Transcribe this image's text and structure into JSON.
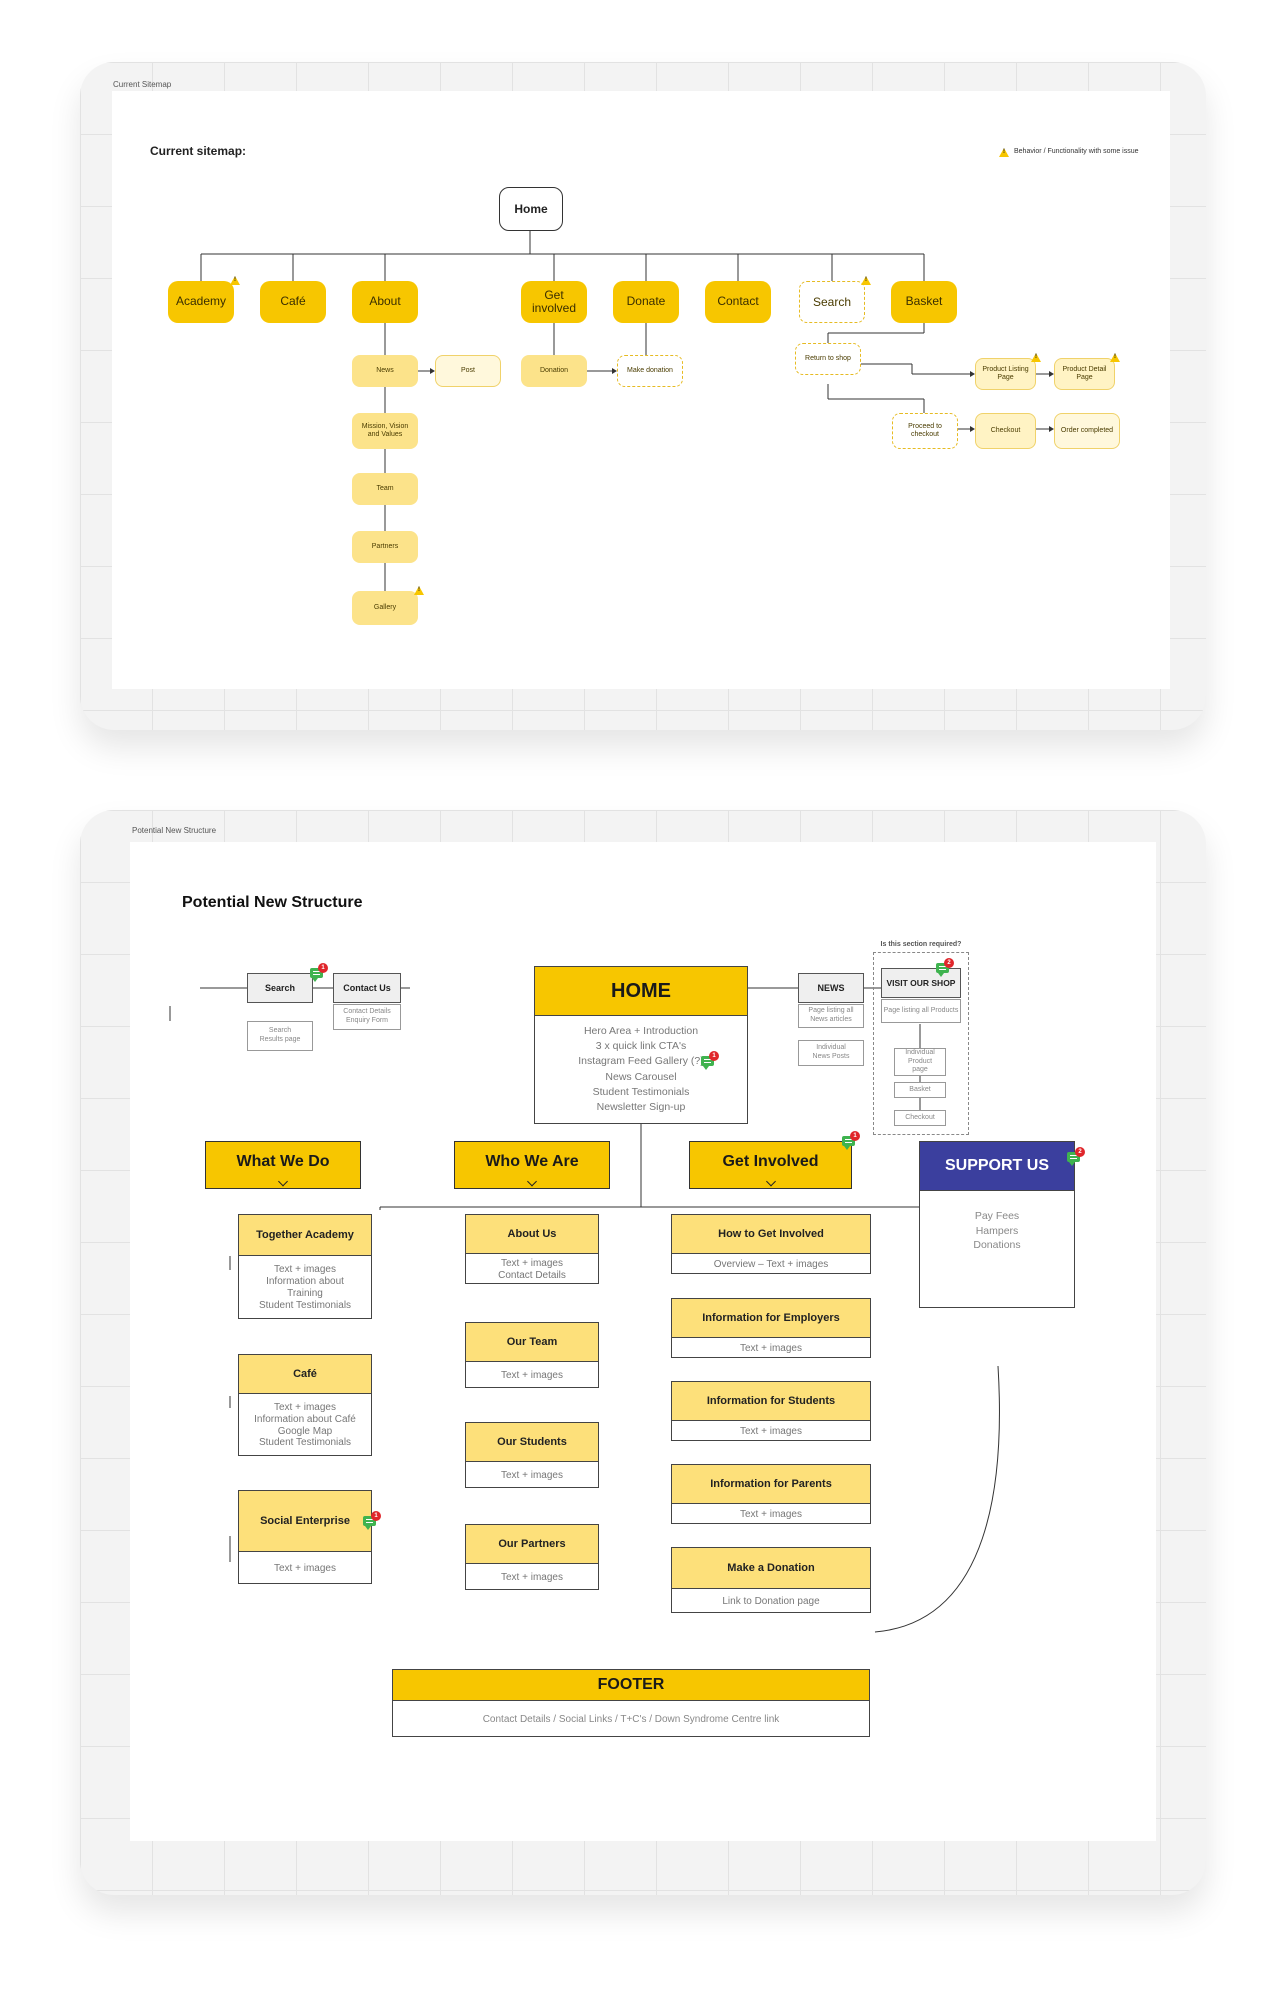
{
  "colors": {
    "yellow": "#f7c600",
    "light_yellow": "#fce38a",
    "card_header": "#fde07a",
    "navy": "#3b3f9e",
    "comment": "#3fb34f",
    "badge": "#e0262b"
  },
  "current": {
    "frame_label": "Current Sitemap",
    "heading": "Current sitemap:",
    "legend": "Behavior / Functionality with some issue",
    "home": "Home",
    "nav": {
      "academy": "Academy",
      "cafe": "Café",
      "about": "About",
      "get_involved": "Get involved",
      "donate": "Donate",
      "contact": "Contact",
      "search": "Search",
      "basket": "Basket"
    },
    "about_children": {
      "news": "News",
      "post": "Post",
      "mission": "Mission, Vision and Values",
      "team": "Team",
      "partners": "Partners",
      "gallery": "Gallery"
    },
    "get_involved_children": {
      "donation": "Donation",
      "make_donation": "Make donation"
    },
    "shop": {
      "return": "Return to shop",
      "listing": "Product Listing Page",
      "detail": "Product Detail Page",
      "proceed": "Proceed to checkout",
      "checkout": "Checkout",
      "completed": "Order completed"
    }
  },
  "potential": {
    "frame_label": "Potential New Structure",
    "heading": "Potential New Structure",
    "home": {
      "title": "HOME",
      "items": [
        "Hero Area + Introduction",
        "3 x quick link CTA's",
        "Instagram Feed Gallery (?)",
        "News Carousel",
        "Student Testimonials",
        "Newsletter Sign-up"
      ]
    },
    "search": {
      "title": "Search",
      "sub": "Search Results page",
      "badge": "1"
    },
    "contact": {
      "title": "Contact Us",
      "sub": "Contact Details Enquiry Form"
    },
    "news": {
      "title": "NEWS",
      "sub": "Page listing all News articles",
      "sub2": "Individual News Posts"
    },
    "shop": {
      "question": "Is this section required?",
      "title": "VISIT OUR SHOP",
      "sub": "Page listing all Products",
      "individual": "Individual Product page",
      "basket": "Basket",
      "checkout": "Checkout",
      "badge": "2"
    },
    "instagram_badge": "1",
    "what_we_do": {
      "title": "What We Do",
      "cards": [
        {
          "title": "Together Academy",
          "body": [
            "Text + images",
            "Information about",
            "Training",
            "Student Testimonials"
          ]
        },
        {
          "title": "Café",
          "body": [
            "Text + images",
            "Information about Café",
            "Google Map",
            "Student Testimonials"
          ]
        },
        {
          "title": "Social Enterprise",
          "body": [
            "Text + images"
          ],
          "badge": "1"
        }
      ]
    },
    "who_we_are": {
      "title": "Who We Are",
      "cards": [
        {
          "title": "About Us",
          "body": [
            "Text + images",
            "Contact Details"
          ]
        },
        {
          "title": "Our Team",
          "body": [
            "Text + images"
          ]
        },
        {
          "title": "Our Students",
          "body": [
            "Text + images"
          ]
        },
        {
          "title": "Our Partners",
          "body": [
            "Text + images"
          ]
        }
      ]
    },
    "get_involved": {
      "title": "Get Involved",
      "badge": "1",
      "cards": [
        {
          "title": "How to Get Involved",
          "body": [
            "Overview – Text + images"
          ]
        },
        {
          "title": "Information for Employers",
          "body": [
            "Text + images"
          ]
        },
        {
          "title": "Information for Students",
          "body": [
            "Text + images"
          ]
        },
        {
          "title": "Information for Parents",
          "body": [
            "Text + images"
          ]
        },
        {
          "title": "Make a Donation",
          "body": [
            "Link to Donation page"
          ]
        }
      ]
    },
    "support": {
      "title": "SUPPORT US",
      "items": [
        "Pay Fees",
        "Hampers",
        "Donations"
      ],
      "badge": "2"
    },
    "footer": {
      "title": "FOOTER",
      "body": "Contact Details / Social Links / T+C's / Down Syndrome Centre link"
    }
  }
}
